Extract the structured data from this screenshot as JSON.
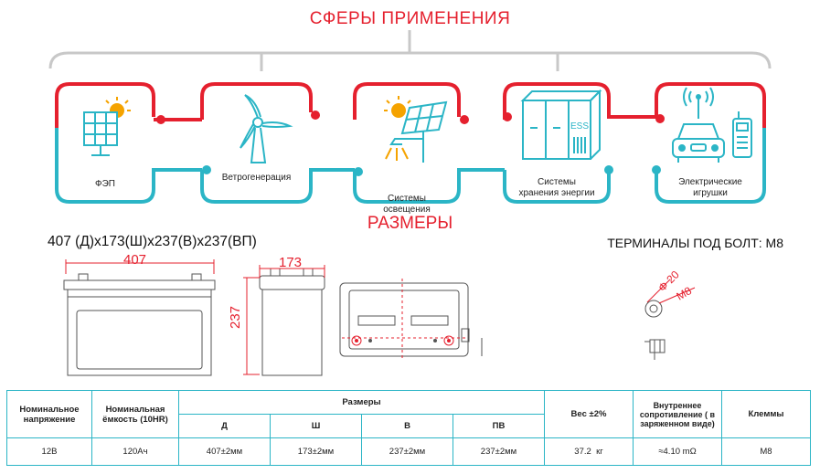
{
  "header": {
    "title": "СФЕРЫ ПРИМЕНЕНИЯ"
  },
  "applications": [
    {
      "label": "ФЭП",
      "icon": "solar-panel-icon"
    },
    {
      "label": "Ветрогенерация",
      "icon": "wind-turbine-icon"
    },
    {
      "label": "Системы\nосвещения",
      "icon": "solar-street-light-icon"
    },
    {
      "label": "Системы\nхранения энергии",
      "icon": "energy-storage-icon",
      "badge": "ESS"
    },
    {
      "label": "Электрические\nигрушки",
      "icon": "electric-toy-car-icon"
    }
  ],
  "sizes": {
    "title": "РАЗМЕРЫ",
    "dimensions_text": "407 (Д)x173(Ш)x237(В)x237(ВП)",
    "terminal_text": "ТЕРМИНАЛЫ ПОД БОЛТ: M8",
    "length_label": "407",
    "width_label": "173",
    "height_label": "237",
    "bolt_diameter_label": "Φ 20",
    "bolt_thread_label": "M8"
  },
  "table": {
    "headers": {
      "voltage": "Номинальное напряжение",
      "capacity": "Номинальная ёмкость (10HR)",
      "dimensions": "Размеры",
      "d": "Д",
      "w": "Ш",
      "h": "В",
      "ph": "ПВ",
      "weight": "Вес ±2%",
      "resistance": "Внутреннее сопротивление ( в заряженном виде)",
      "terminals": "Клеммы"
    },
    "row": {
      "voltage": "12В",
      "capacity": "120Ач",
      "d": "407±2мм",
      "w": "173±2мм",
      "h": "237±2мм",
      "ph": "237±2мм",
      "weight": "37.2  кг",
      "resistance": "≈4.10 mΩ",
      "terminals": "M8"
    }
  },
  "colors": {
    "accent_red": "#e5202e",
    "accent_teal": "#2bb5c6",
    "frame_gray": "#c8c8c8"
  }
}
